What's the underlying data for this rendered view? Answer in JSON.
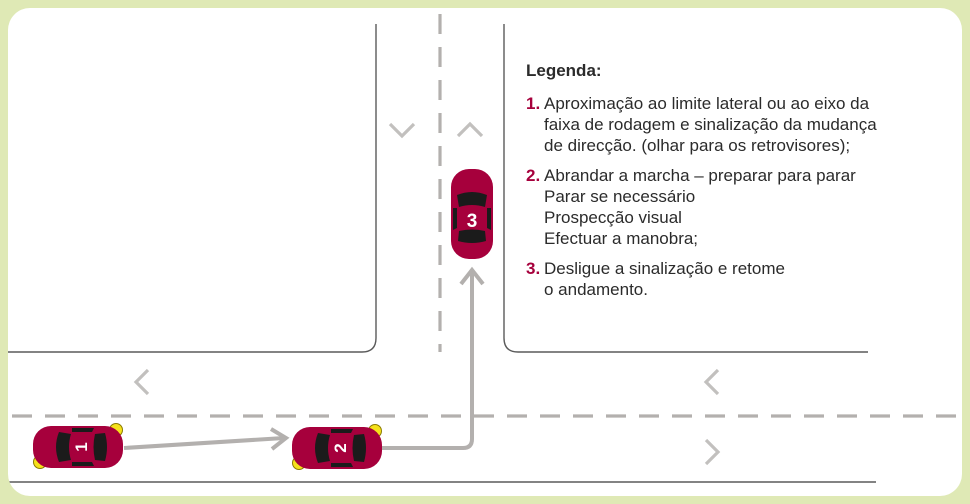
{
  "legend": {
    "title": "Legenda:",
    "items": [
      {
        "number": "1.",
        "lines": [
          "Aproximação ao limite lateral ou ao eixo da",
          "faixa de rodagem e sinalização da mudança",
          "de direcção. (olhar para os retrovisores);"
        ]
      },
      {
        "number": "2.",
        "lines": [
          "Abrandar a marcha – preparar para parar",
          "Parar se necessário",
          "Prospecção visual",
          "Efectuar a manobra;"
        ]
      },
      {
        "number": "3.",
        "lines": [
          "Desligue a sinalização e retome",
          "o andamento."
        ]
      }
    ]
  },
  "cars": [
    {
      "label": "1",
      "color": "#a6003c"
    },
    {
      "label": "2",
      "color": "#a6003c"
    },
    {
      "label": "3",
      "color": "#a6003c"
    }
  ],
  "colors": {
    "background": "#dfe9b5",
    "car_body": "#a6003c",
    "indicator_light": "#f5e11a",
    "lane_marking": "#b3b0ae",
    "path": "#b3b0ae",
    "curb": "#5a5a5a",
    "legend_number": "#a6003c"
  }
}
